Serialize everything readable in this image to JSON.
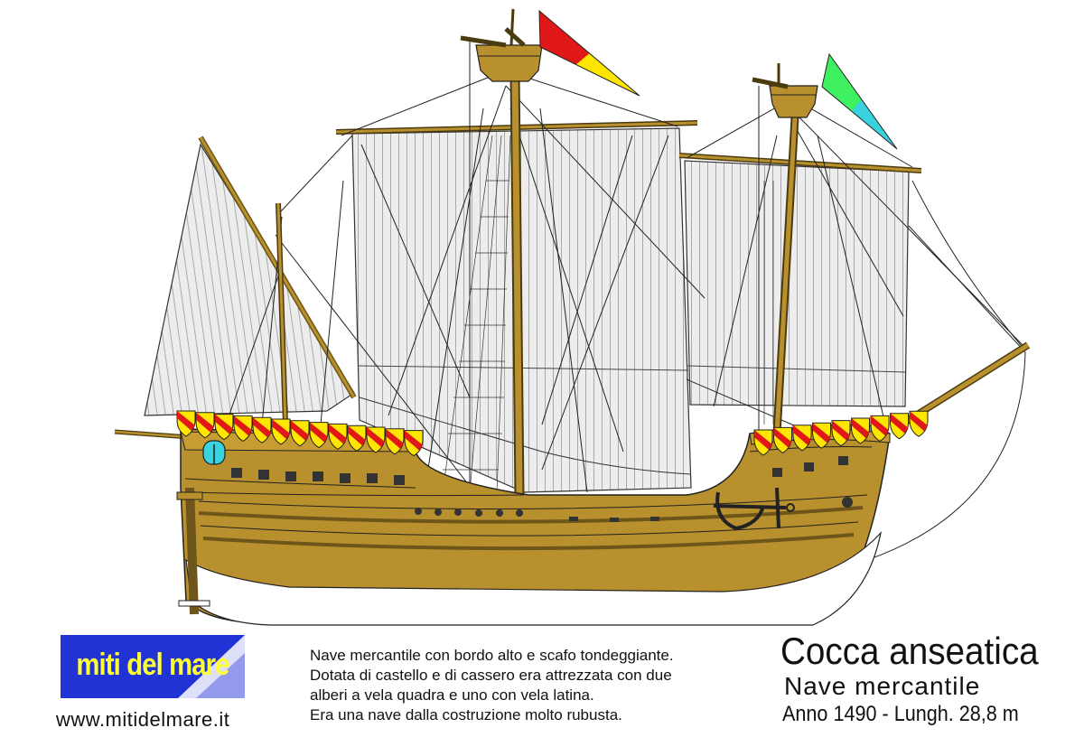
{
  "logo": {
    "text": "miti del mare"
  },
  "site_url": "www.mitidelmare.it",
  "description": [
    "Nave mercantile con bordo alto e scafo tondeggiante.",
    "Dotata di castello e di cassero era attrezzata con due",
    "alberi a vela quadra e uno con vela latina.",
    "Era una nave dalla costruzione molto rubusta."
  ],
  "title": "Cocca anseatica",
  "subtitle": "Nave mercantile",
  "specs": "Anno 1490 - Lungh. 28,8 m",
  "colors": {
    "hull": "#b8902e",
    "hull_dark": "#6e561a",
    "sail": "#ededed",
    "logo_blue": "#2233d6",
    "logo_text": "#ffff33",
    "shield_red": "#e01818",
    "shield_yellow": "#ffe600",
    "window_cyan": "#39d3e0"
  },
  "flags": [
    {
      "mast": "main",
      "colors": [
        "#e01818",
        "#ffe600"
      ]
    },
    {
      "mast": "fore",
      "colors": [
        "#3ff060",
        "#39d3e0"
      ]
    }
  ]
}
